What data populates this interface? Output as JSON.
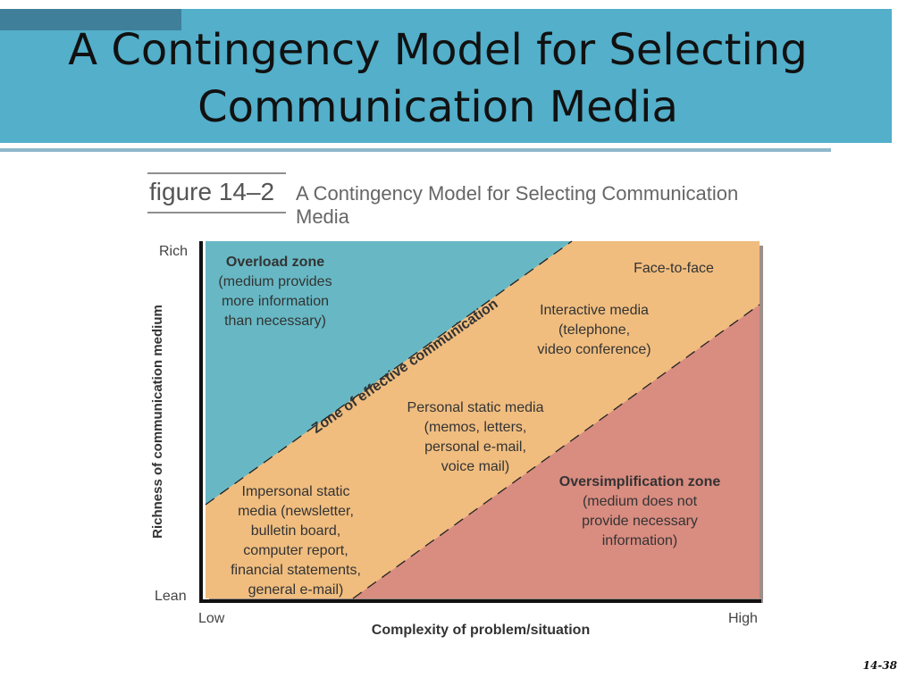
{
  "slide": {
    "title_line_1": "A Contingency Model for Selecting",
    "title_line_2": "Communication Media",
    "page_number": "14-38"
  },
  "figure": {
    "number": "figure 14–2",
    "title": "A Contingency Model for Selecting Communication Media"
  },
  "diagram": {
    "y_axis": {
      "label": "Richness of communication medium",
      "top": "Rich",
      "bottom": "Lean"
    },
    "x_axis": {
      "label": "Complexity of problem/situation",
      "left": "Low",
      "right": "High"
    },
    "zones": {
      "overload": {
        "title": "Overload zone",
        "lines": [
          "(medium provides",
          "more information",
          "than necessary)"
        ],
        "color": "#67b8c4"
      },
      "effective": {
        "title": "Zone of effective communication",
        "color": "#f0bd7f"
      },
      "oversimplification": {
        "title": "Oversimplification zone",
        "lines": [
          "(medium does not",
          "provide necessary",
          "information)"
        ],
        "color": "#d98c80"
      }
    },
    "media": {
      "face_to_face": "Face-to-face",
      "interactive": [
        "Interactive media",
        "(telephone,",
        "video conference)"
      ],
      "personal_static": [
        "Personal static media",
        "(memos, letters,",
        "personal e-mail,",
        "voice mail)"
      ],
      "impersonal_static": [
        "Impersonal static",
        "media (newsletter,",
        "bulletin board,",
        "computer report,",
        "financial statements,",
        "general e-mail)"
      ]
    }
  }
}
